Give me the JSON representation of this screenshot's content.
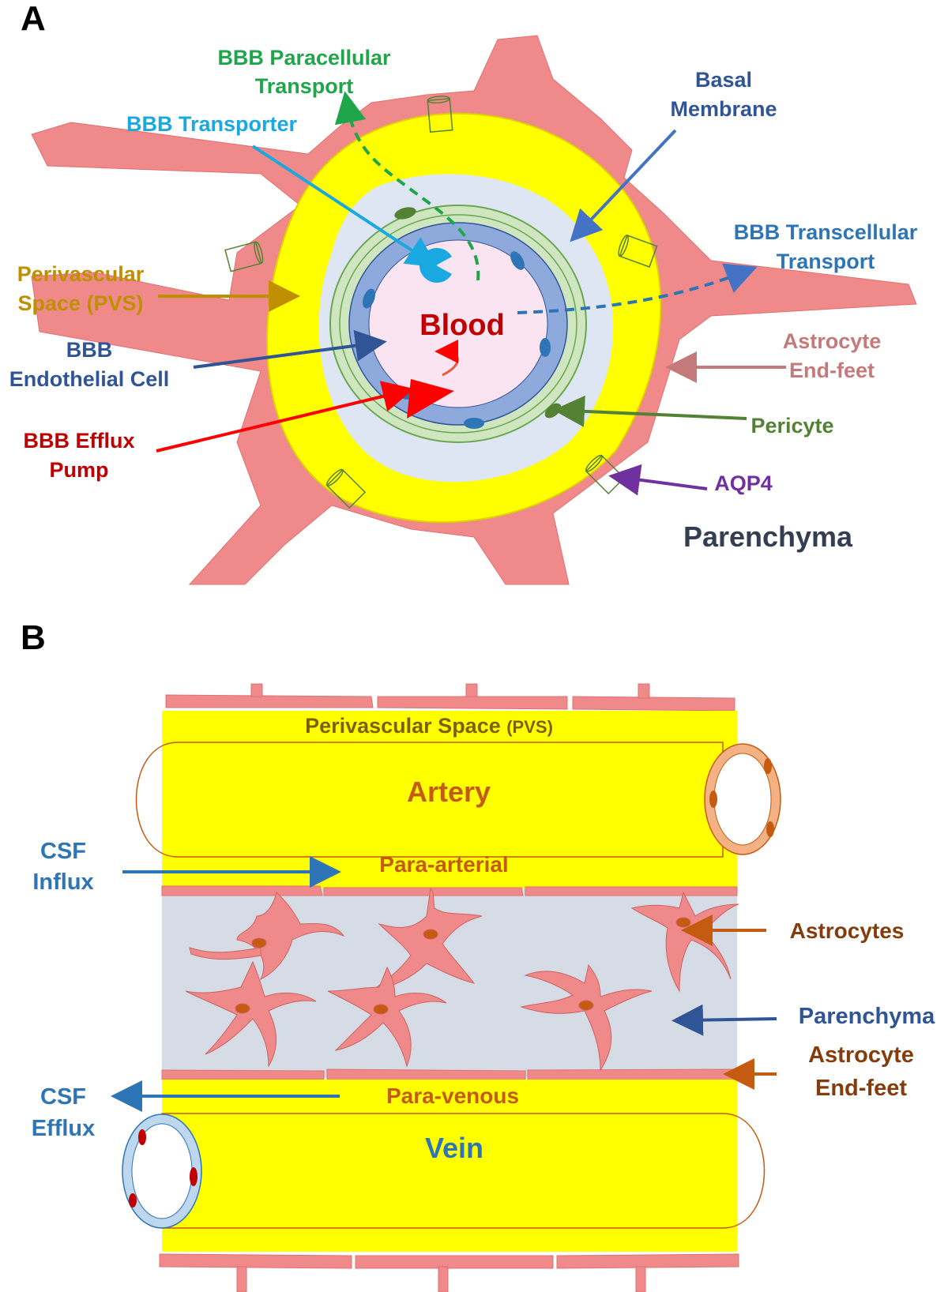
{
  "panels": {
    "a": {
      "letter": "A",
      "labels": {
        "paracellular_1": "BBB Paracellular",
        "paracellular_2": "Transport",
        "transporter": "BBB Transporter",
        "basal_1": "Basal",
        "basal_2": "Membrane",
        "transcellular_1": "BBB Transcellular",
        "transcellular_2": "Transport",
        "pvs_1": "Perivascular",
        "pvs_2": "Space (PVS)",
        "blood": "Blood",
        "endothelial_1": "BBB",
        "endothelial_2": "Endothelial Cell",
        "astro_endfeet_1": "Astrocyte",
        "astro_endfeet_2": "End-feet",
        "pericyte": "Pericyte",
        "efflux_1": "BBB Efflux",
        "efflux_2": "Pump",
        "aqp4": "AQP4",
        "parenchyma": "Parenchyma"
      }
    },
    "b": {
      "letter": "B",
      "labels": {
        "pvs_main": "Perivascular Space ",
        "pvs_abbr": "(PVS)",
        "artery": "Artery",
        "csf_influx_1": "CSF",
        "csf_influx_2": "Influx",
        "para_arterial": "Para-arterial",
        "astrocytes": "Astrocytes",
        "parenchyma": "Parenchyma",
        "astro_endfeet_1": "Astrocyte",
        "astro_endfeet_2": "End-feet",
        "csf_efflux_1": "CSF",
        "csf_efflux_2": "Efflux",
        "para_venous": "Para-venous",
        "vein": "Vein"
      }
    }
  },
  "colors": {
    "astrocyte_pink": "#f08a8a",
    "pvs_yellow": "#ffff00",
    "basal_lightblue": "#dde6f2",
    "pericyte_green": "#cfe6c0",
    "endothelial_blue": "#8ea9db",
    "blood_pink": "#fbe4f2",
    "green_label": "#1fa64a",
    "cyan_label": "#1aa8e0",
    "navy_label": "#2f5597",
    "gold_label": "#bf8f00",
    "red_label": "#c00000",
    "rose_label": "#c47a7a",
    "olive_label": "#548235",
    "purple_label": "#7030a0",
    "dark_label": "#333f50",
    "orange_label": "#c55a11",
    "brown_label": "#843c0c",
    "blue_label": "#2e75b6",
    "parenchyma_gray": "#d6dce5"
  },
  "icons": {
    "transporter": "pacman-transporter-icon",
    "efflux": "cone-efflux-pump-icon",
    "aqp4": "cylinder-channel-icon"
  }
}
